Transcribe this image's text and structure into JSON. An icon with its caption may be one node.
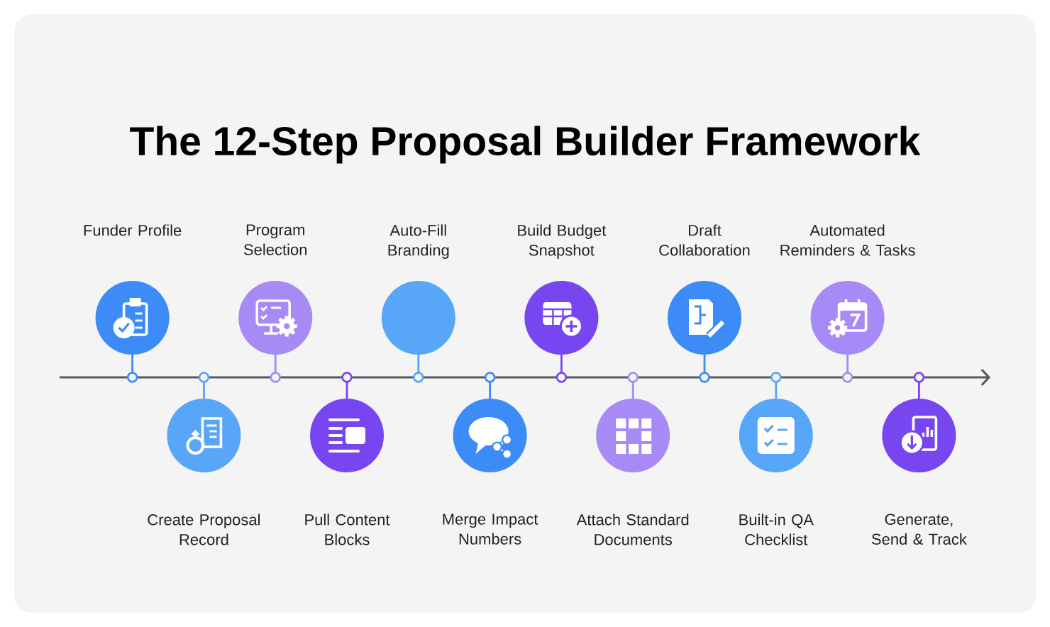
{
  "diagram": {
    "title": "The 12-Step Proposal Builder Framework",
    "nodes": [
      {
        "text": [
          "Funder Profile"
        ]
      },
      {
        "text": [
          "Create Proposal Record"
        ]
      },
      {
        "text": [
          "Program Selection"
        ]
      },
      {
        "text": [
          "Pull Content Blocks"
        ]
      },
      {
        "text": [
          "Auto-Fill Branding"
        ]
      },
      {
        "text": [
          "Merge Impact Numbers"
        ]
      },
      {
        "text": [
          "Build Budget Snapshot"
        ]
      },
      {
        "text": [
          "Attach Standard Documents"
        ]
      },
      {
        "text": [
          "Draft Collaboration"
        ]
      },
      {
        "text": [
          "Built-in QA Checklist"
        ]
      },
      {
        "text": [
          "Automated Reminders & Tasks"
        ]
      },
      {
        "text": [
          "Generate, Send & Track"
        ]
      }
    ]
  }
}
